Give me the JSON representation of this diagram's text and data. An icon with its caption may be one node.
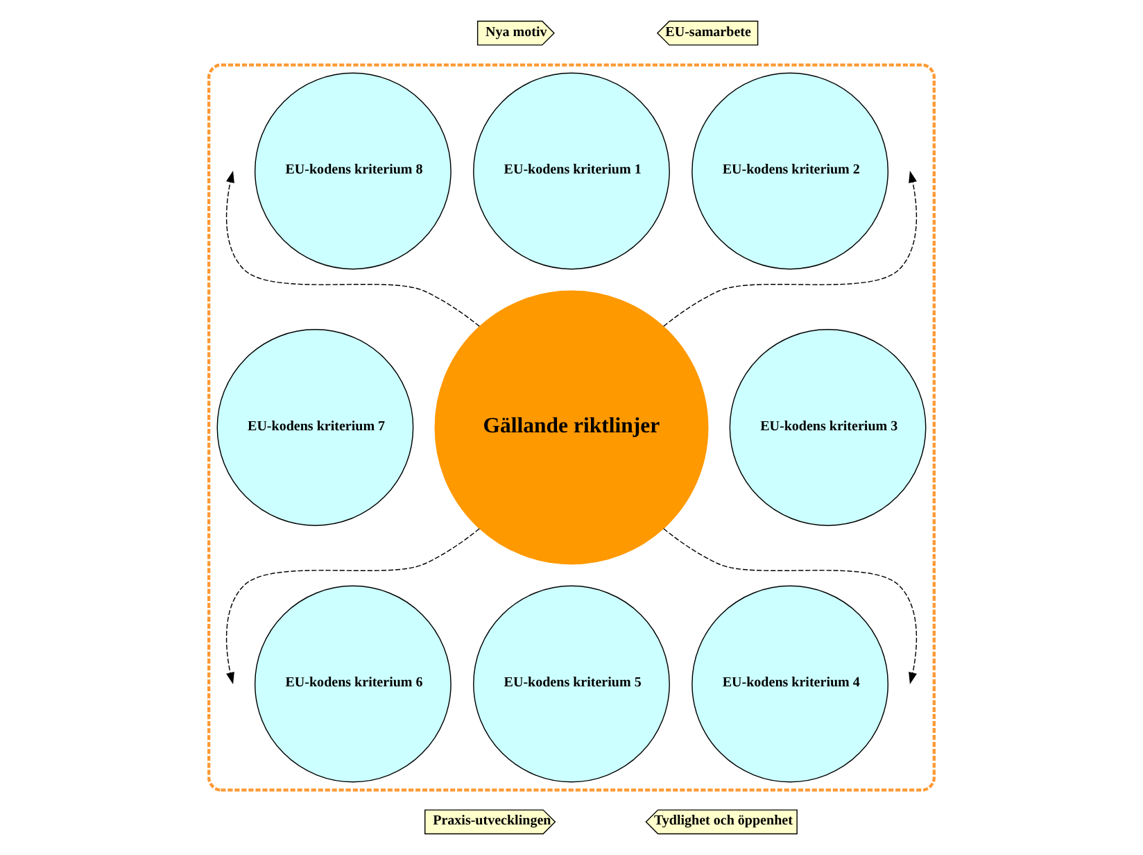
{
  "diagram": {
    "nodes": [
      {
        "text": [
          "Nya motiv"
        ]
      },
      {
        "text": [
          "EU-samarbete"
        ]
      },
      {
        "text": [],
        "shape": "ellipse"
      },
      {
        "text": [
          "Gällande riktlinjer"
        ],
        "in": 2
      },
      {
        "text": [
          "EU-kodens kriterium 1"
        ],
        "in": 2
      },
      {
        "text": [
          "EU-kodens kriterium 2"
        ],
        "in": 2
      },
      {
        "text": [
          "EU-kodens kriterium 3"
        ],
        "in": 2
      },
      {
        "text": [
          "EU-kodens kriterium 4"
        ],
        "in": 2
      },
      {
        "text": [
          "EU-kodens kriterium 5"
        ],
        "in": 2
      },
      {
        "text": [
          "EU-kodens kriterium 6"
        ],
        "in": 2
      },
      {
        "text": [
          "EU-kodens kriterium 7"
        ],
        "in": 2
      },
      {
        "text": [
          "EU-kodens kriterium 8"
        ],
        "in": 2
      },
      {
        "text": [
          "Praxis-utvecklingen"
        ]
      },
      {
        "text": [
          "Tydlighet och öppenhet"
        ]
      }
    ],
    "edges": [
      {
        "from": 3,
        "to": null,
        "arrow": "to",
        "style": "dashed"
      },
      {
        "from": 3,
        "to": null,
        "arrow": "to",
        "style": "dashed"
      },
      {
        "from": 3,
        "to": null,
        "arrow": "to",
        "style": "dashed"
      },
      {
        "from": 3,
        "to": null,
        "arrow": "to",
        "style": "dashed"
      }
    ]
  }
}
